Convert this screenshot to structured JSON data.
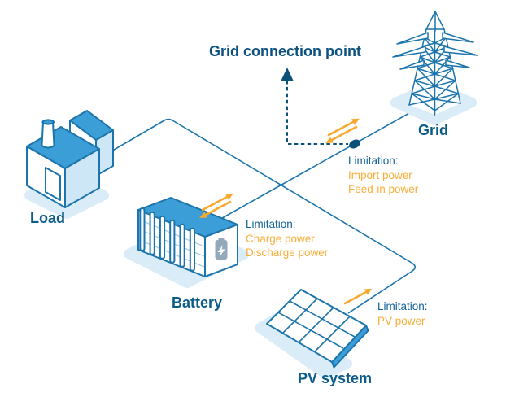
{
  "title": "Grid connection point",
  "nodes": {
    "load": {
      "label": "Load"
    },
    "battery": {
      "label": "Battery",
      "limitation": {
        "heading": "Limitation:",
        "lines": [
          "Charge power",
          "Discharge power"
        ]
      }
    },
    "grid": {
      "label": "Grid",
      "limitation": {
        "heading": "Limitation:",
        "lines": [
          "Import power",
          "Feed-in power"
        ]
      }
    },
    "pv": {
      "label": "PV system",
      "limitation": {
        "heading": "Limitation:",
        "lines": [
          "PV power"
        ]
      }
    }
  },
  "colors": {
    "outline_blue": "#1C74AC",
    "fill_mid_blue": "#3B9ED7",
    "fill_light_blue": "#CDE7F7",
    "shadow_blue": "#D9ECF8",
    "dark_navy": "#0C5178",
    "label_blue": "#0A5B88",
    "limitation_heading_blue": "#14639A",
    "orange": "#F7A92F",
    "icon_gray": "#93A9BB"
  },
  "icons": {
    "battery_bolt": "lightning-bolt",
    "pointer": "dashed-arrow-up",
    "flow": "double-orange-arrows"
  }
}
